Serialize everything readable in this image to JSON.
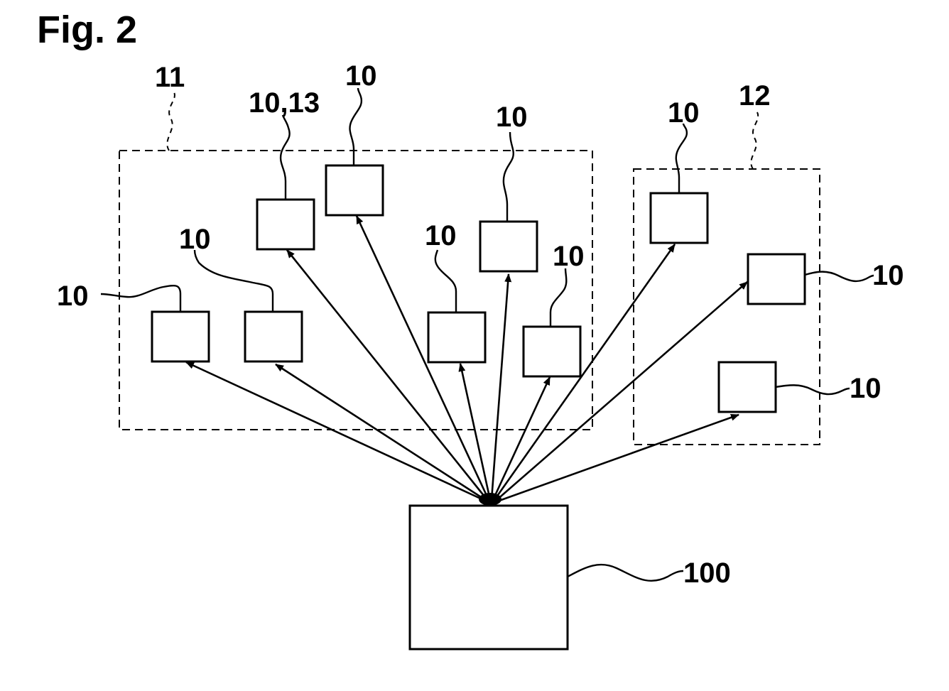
{
  "figure": {
    "title": "Fig. 2"
  },
  "groups": [
    {
      "id": "group-11",
      "label": "11"
    },
    {
      "id": "group-12",
      "label": "12"
    }
  ],
  "central_unit": {
    "label": "100"
  },
  "devices": [
    {
      "id": "d1",
      "label": "10",
      "group": "11"
    },
    {
      "id": "d2",
      "label": "10",
      "group": "11"
    },
    {
      "id": "d3",
      "label": "10,13",
      "group": "11"
    },
    {
      "id": "d4",
      "label": "10",
      "group": "11"
    },
    {
      "id": "d5",
      "label": "10",
      "group": "11"
    },
    {
      "id": "d6",
      "label": "10",
      "group": "11"
    },
    {
      "id": "d7",
      "label": "10",
      "group": "11"
    },
    {
      "id": "d8",
      "label": "10",
      "group": "12"
    },
    {
      "id": "d9",
      "label": "10",
      "group": "12"
    },
    {
      "id": "d10",
      "label": "10",
      "group": "12"
    }
  ]
}
